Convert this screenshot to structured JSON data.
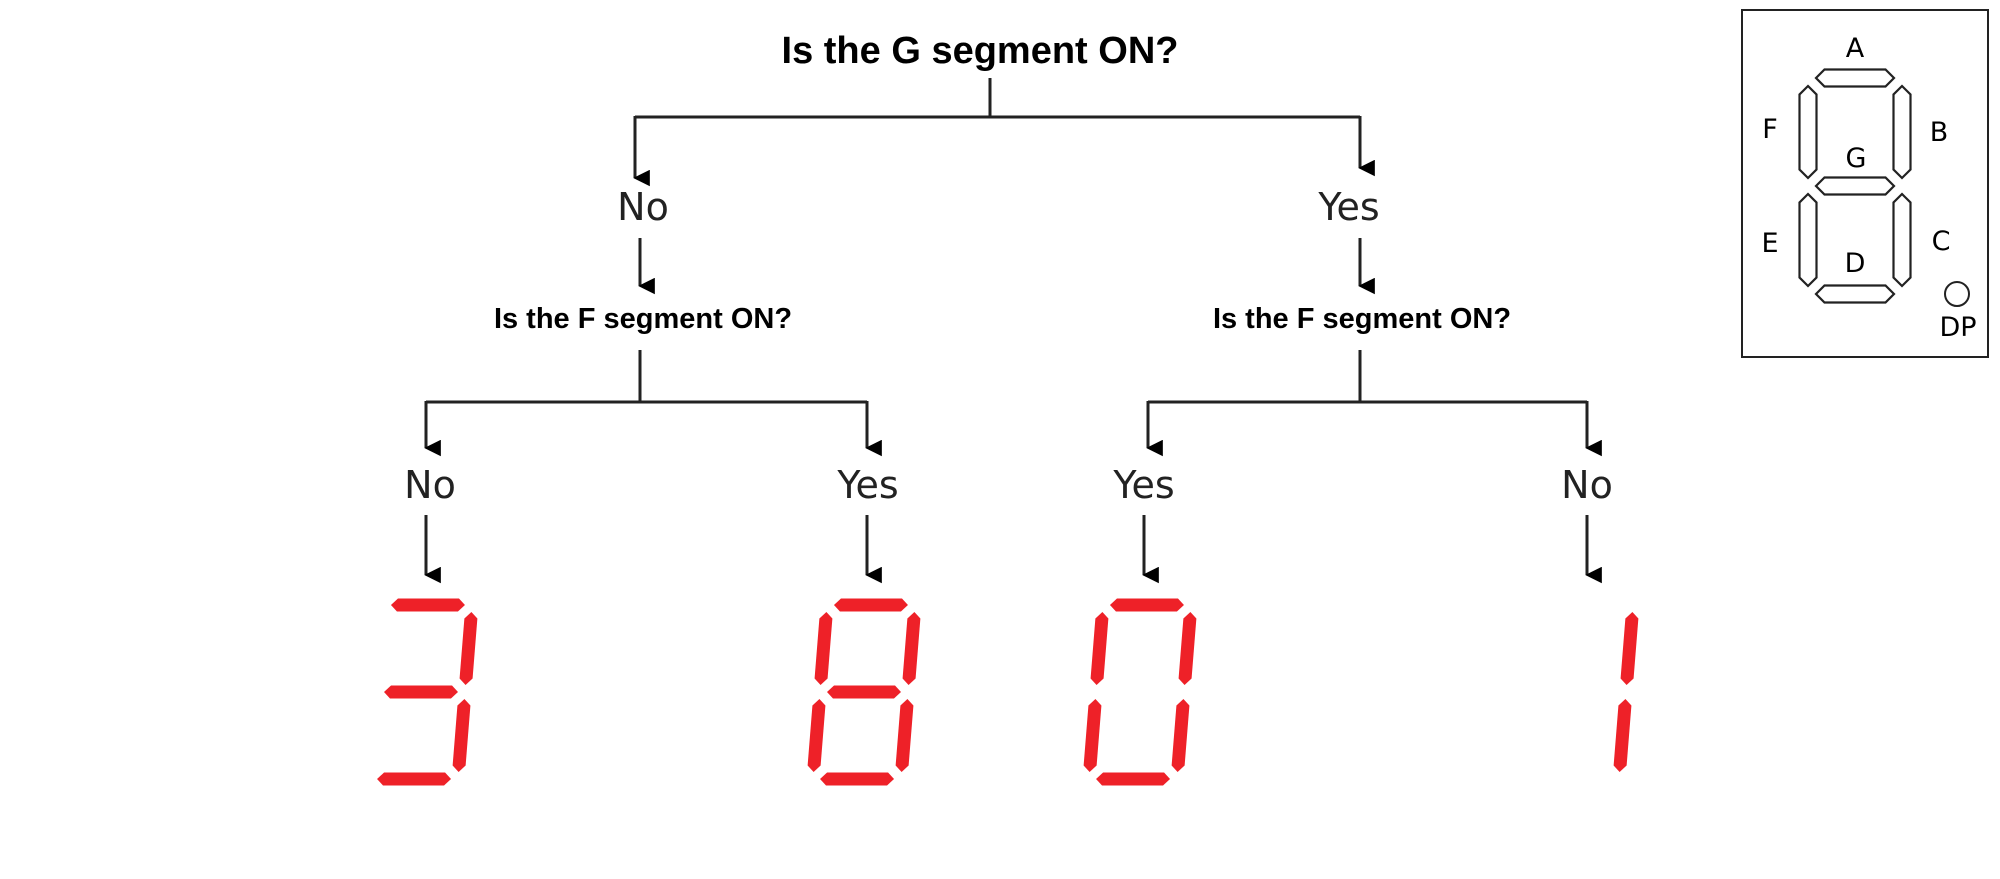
{
  "root": {
    "question": "Is the G segment ON?"
  },
  "branches": {
    "left": {
      "answer": "No",
      "question": "Is the F segment ON?",
      "leaves": [
        {
          "answer": "No",
          "digit": "3",
          "segments_on": [
            "A",
            "B",
            "G",
            "C",
            "D"
          ]
        },
        {
          "answer": "Yes",
          "digit": "8",
          "segments_on": [
            "A",
            "B",
            "C",
            "D",
            "E",
            "F",
            "G"
          ]
        }
      ]
    },
    "right": {
      "answer": "Yes",
      "question": "Is the F segment ON?",
      "leaves": [
        {
          "answer": "Yes",
          "digit": "0",
          "segments_on": [
            "A",
            "B",
            "C",
            "D",
            "E",
            "F"
          ]
        },
        {
          "answer": "No",
          "digit": "1",
          "segments_on": [
            "B",
            "C"
          ]
        }
      ]
    }
  },
  "legend": {
    "labels": {
      "A": "A",
      "B": "B",
      "C": "C",
      "D": "D",
      "E": "E",
      "F": "F",
      "G": "G",
      "DP": "DP"
    }
  },
  "colors": {
    "segment_on": "#ee2128",
    "lines": "#222222"
  }
}
